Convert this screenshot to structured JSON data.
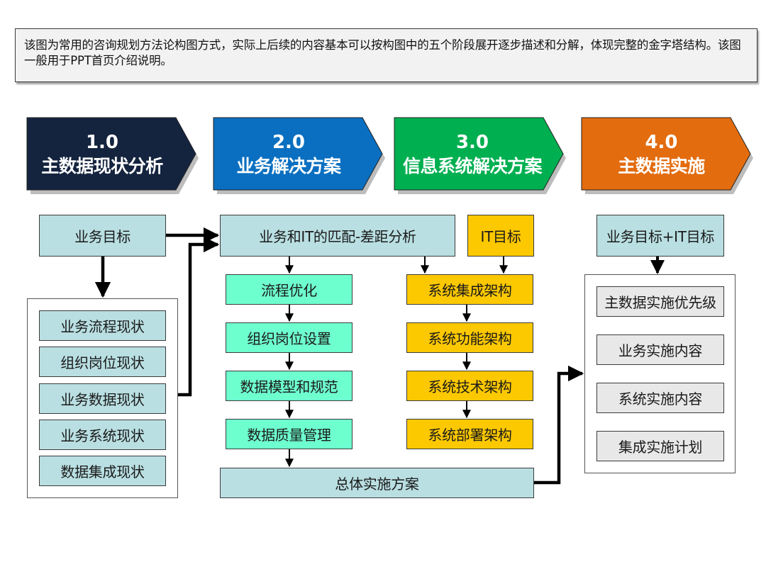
{
  "note": {
    "text": "该图为常用的咨询规划方法论构图方式，实际上后续的内容基本可以按构图中的五个阶段展开逐步描述和分解，体现完整的金字塔结构。该图一般用于PPT首页介绍说明。"
  },
  "phases": [
    {
      "number": "1.0",
      "title": "主数据现状分析",
      "color": "#14243f"
    },
    {
      "number": "2.0",
      "title": "业务解决方案",
      "color": "#0a6fc0"
    },
    {
      "number": "3.0",
      "title": "信息系统解决方案",
      "color": "#00af50"
    },
    {
      "number": "4.0",
      "title": "主数据实施",
      "color": "#e36c0e"
    }
  ],
  "column1": {
    "goal": "业务目标",
    "status_items": [
      "业务流程现状",
      "组织岗位现状",
      "业务数据现状",
      "业务系统现状",
      "数据集成现状"
    ]
  },
  "column2": {
    "gap_analysis": "业务和IT的匹配-差距分析",
    "it_goal": "IT目标",
    "business_steps": [
      "流程优化",
      "组织岗位设置",
      "数据模型和规范",
      "数据质量管理"
    ],
    "system_steps": [
      "系统集成架构",
      "系统功能架构",
      "系统技术架构",
      "系统部署架构"
    ],
    "overall_plan": "总体实施方案"
  },
  "column4": {
    "goal": "业务目标+IT目标",
    "implementation_items": [
      "主数据实施优先级",
      "业务实施内容",
      "系统实施内容",
      "集成实施计划"
    ]
  },
  "colors": {
    "teal_box": "#b9dfe2",
    "mint_box": "#6effcf",
    "gold_box": "#fcc800",
    "grey_box": "#e8e8e8"
  }
}
